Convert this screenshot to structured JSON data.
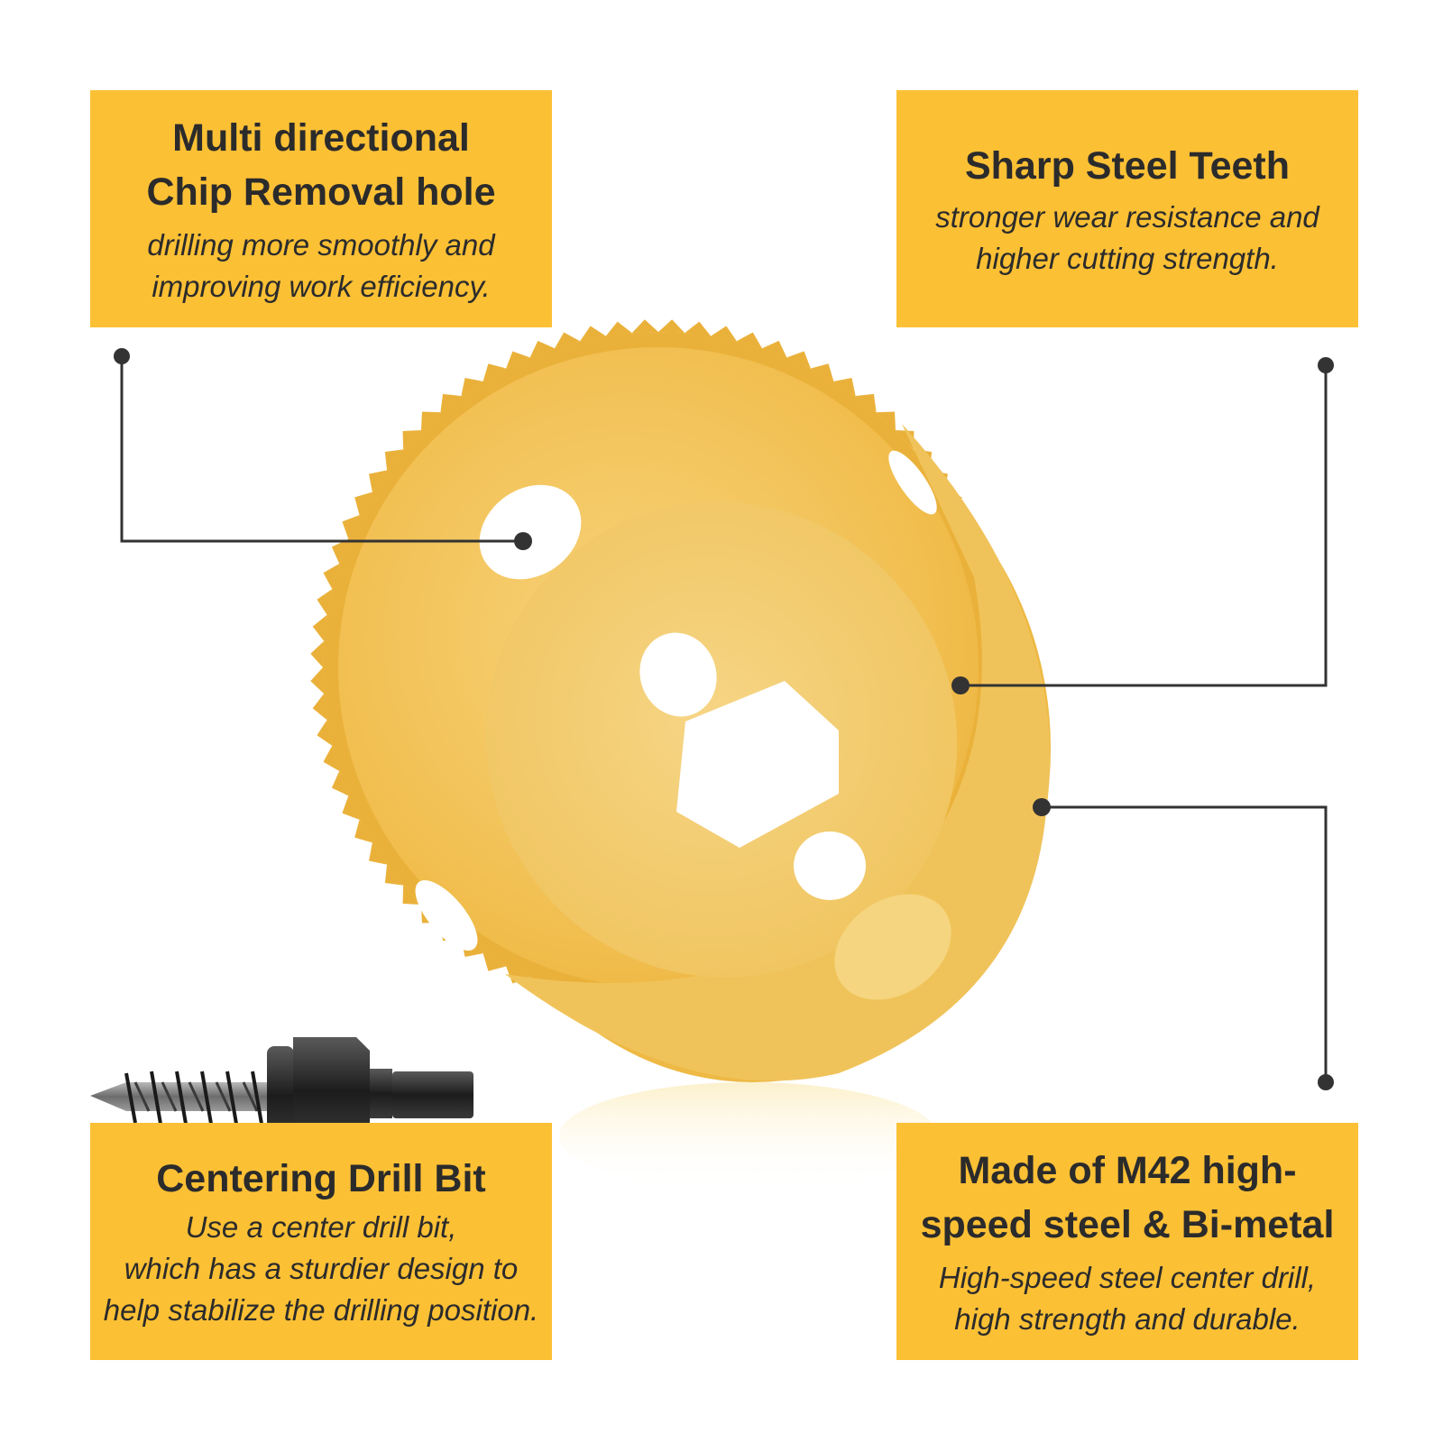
{
  "colors": {
    "panel_background": "#FCC035",
    "text": "#2b2b2b",
    "callout_line": "#333333",
    "product": "#F3C255"
  },
  "panels": {
    "top_left": {
      "title_line1": "Multi directional",
      "title_line2": "Chip Removal hole",
      "desc_line1": "drilling more smoothly and",
      "desc_line2": "improving work efficiency."
    },
    "top_right": {
      "title": "Sharp Steel Teeth",
      "desc_line1": "stronger wear resistance and",
      "desc_line2": "higher cutting strength."
    },
    "bottom_left": {
      "title": "Centering Drill Bit",
      "desc_line1": "Use a center drill bit,",
      "desc_line2": "which has a sturdier design to",
      "desc_line3": "help stabilize the drilling position."
    },
    "bottom_right": {
      "title_line1": "Made of M42 high-",
      "title_line2": "speed steel & Bi-metal",
      "desc_line1": "High-speed steel center drill,",
      "desc_line2": "high strength and durable."
    }
  },
  "icons": {
    "product": "hole-saw-image",
    "drill_bit": "pilot-drill-bit-image",
    "callout_dot": "dot-icon"
  }
}
